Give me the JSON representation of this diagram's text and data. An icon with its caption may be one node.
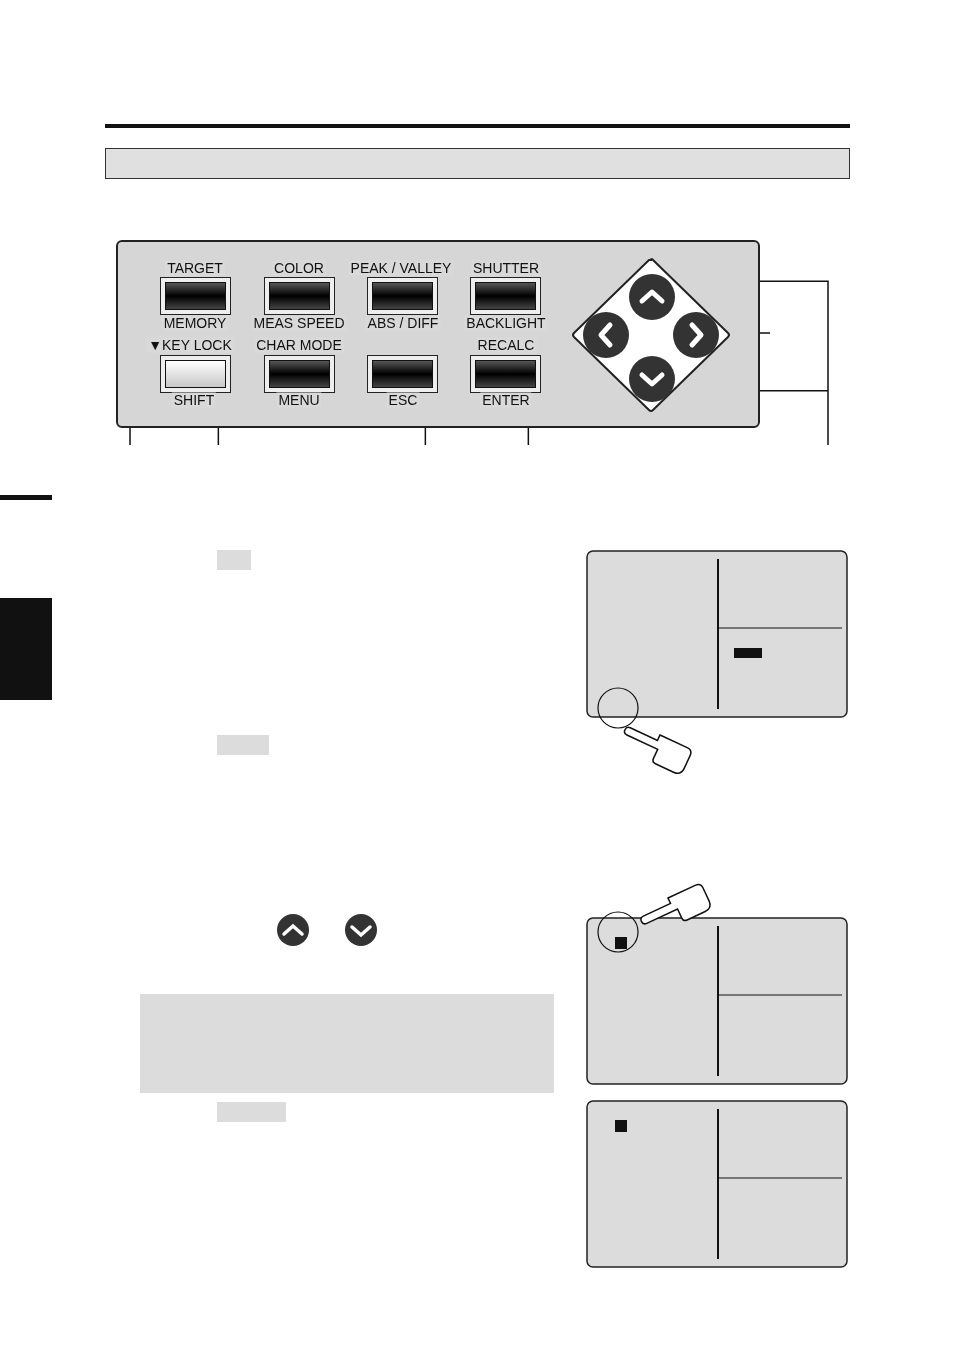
{
  "diagram": {
    "nodes": [
      {
        "text": [],
        "shape": "box"
      },
      {
        "text": [],
        "shape": "box",
        "in": 0,
        "beside": [
          "TARGET",
          "MEMORY"
        ]
      },
      {
        "text": [],
        "shape": "box",
        "in": 0,
        "beside": [
          "COLOR",
          "MEAS SPEED"
        ]
      },
      {
        "text": [],
        "shape": "box",
        "in": 0,
        "beside": [
          "PEAK / VALLEY",
          "ABS / DIFF"
        ]
      },
      {
        "text": [],
        "shape": "box",
        "in": 0,
        "beside": [
          "SHUTTER",
          "BACKLIGHT"
        ]
      },
      {
        "text": [],
        "shape": "box",
        "in": 0,
        "beside": [
          "▼KEY LOCK",
          "SHIFT"
        ]
      },
      {
        "text": [],
        "shape": "box",
        "in": 0,
        "beside": [
          "CHAR MODE",
          "MENU"
        ]
      },
      {
        "text": [],
        "shape": "box",
        "in": 0,
        "beside": [
          "ESC"
        ]
      },
      {
        "text": [],
        "shape": "box",
        "in": 0,
        "beside": [
          "RECALC",
          "ENTER"
        ]
      },
      {
        "text": [],
        "shape": "diamond",
        "in": 0
      },
      {
        "text": [],
        "shape": "circle",
        "in": 9
      },
      {
        "text": [],
        "shape": "circle",
        "in": 9
      },
      {
        "text": [],
        "shape": "circle",
        "in": 9
      },
      {
        "text": [],
        "shape": "circle",
        "in": 9
      },
      {
        "text": [],
        "shape": "bar"
      },
      {
        "text": [],
        "shape": "bar"
      }
    ],
    "edges": [
      {
        "from": 1,
        "to": null,
        "arrow": "none"
      },
      {
        "from": 5,
        "to": null,
        "arrow": "none"
      },
      {
        "from": 7,
        "to": null,
        "arrow": "none"
      },
      {
        "from": 8,
        "to": null,
        "arrow": "none"
      },
      {
        "from": 10,
        "to": null,
        "arrow": "none"
      },
      {
        "from": 13,
        "to": null,
        "arrow": "none"
      },
      {
        "from": 12,
        "to": null,
        "arrow": "none"
      }
    ]
  }
}
